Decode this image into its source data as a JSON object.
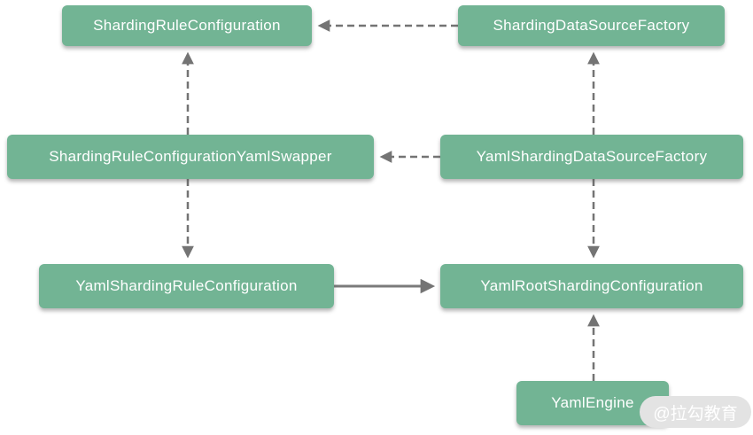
{
  "diagram": {
    "background_color": "#ffffff",
    "node_fill_color": "#72b494",
    "node_text_color": "#ffffff",
    "arrow_color": "#747474",
    "watermark_bg_color": "#e3e3e3",
    "nodes": [
      {
        "id": "sharding-rule-configuration",
        "label": "ShardingRuleConfiguration"
      },
      {
        "id": "sharding-data-source-factory",
        "label": "ShardingDataSourceFactory"
      },
      {
        "id": "sharding-rule-configuration-yaml-swapper",
        "label": "ShardingRuleConfigurationYamlSwapper"
      },
      {
        "id": "yaml-sharding-data-source-factory",
        "label": "YamlShardingDataSourceFactory"
      },
      {
        "id": "yaml-sharding-rule-configuration",
        "label": "YamlShardingRuleConfiguration"
      },
      {
        "id": "yaml-root-sharding-configuration",
        "label": "YamlRootShardingConfiguration"
      },
      {
        "id": "yaml-engine",
        "label": "YamlEngine"
      }
    ],
    "edges": [
      {
        "from": "ShardingDataSourceFactory",
        "to": "ShardingRuleConfiguration",
        "style": "dashed",
        "direction": "left"
      },
      {
        "from": "ShardingRuleConfigurationYamlSwapper",
        "to": "ShardingRuleConfiguration",
        "style": "dashed",
        "direction": "up"
      },
      {
        "from": "YamlShardingDataSourceFactory",
        "to": "ShardingDataSourceFactory",
        "style": "dashed",
        "direction": "up"
      },
      {
        "from": "YamlShardingDataSourceFactory",
        "to": "ShardingRuleConfigurationYamlSwapper",
        "style": "dashed",
        "direction": "left"
      },
      {
        "from": "ShardingRuleConfigurationYamlSwapper",
        "to": "YamlShardingRuleConfiguration",
        "style": "dashed",
        "direction": "down"
      },
      {
        "from": "YamlShardingDataSourceFactory",
        "to": "YamlRootShardingConfiguration",
        "style": "dashed",
        "direction": "down"
      },
      {
        "from": "YamlShardingRuleConfiguration",
        "to": "YamlRootShardingConfiguration",
        "style": "solid",
        "direction": "right"
      },
      {
        "from": "YamlEngine",
        "to": "YamlRootShardingConfiguration",
        "style": "dashed",
        "direction": "up"
      }
    ],
    "watermark": "@拉勾教育"
  }
}
